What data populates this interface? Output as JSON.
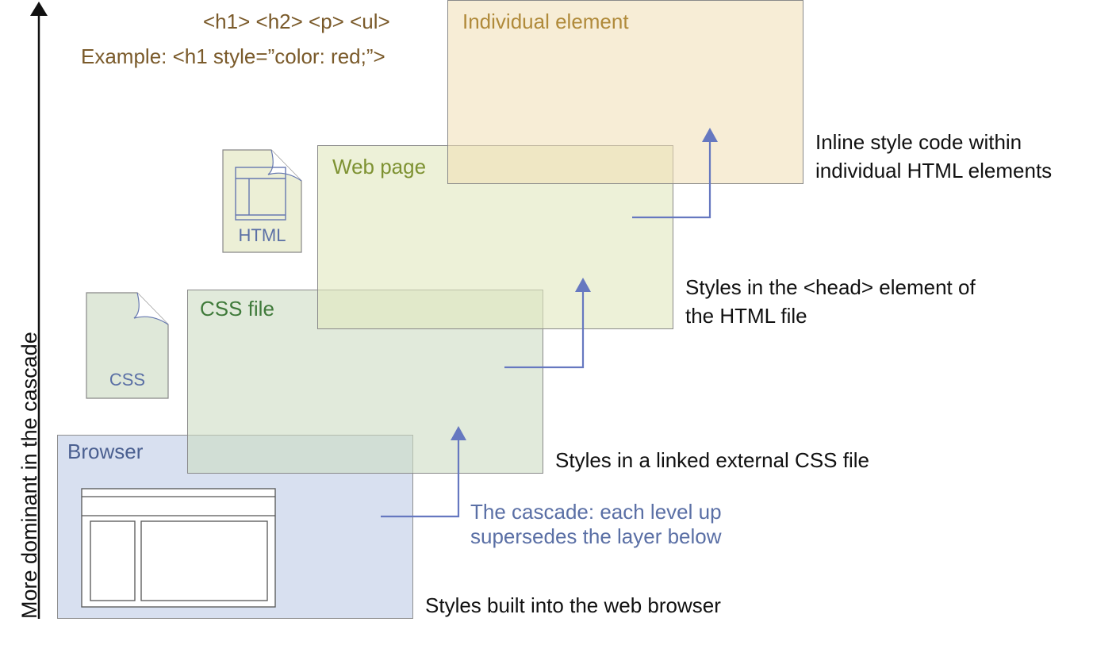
{
  "axis": {
    "label": "More dominant in the cascade",
    "color": "#111111"
  },
  "levels": [
    {
      "key": "browser",
      "title": "Browser",
      "description_lines": [
        "Styles built into the web browser"
      ],
      "fill": "#d6dff0",
      "title_color": "#4a5f90"
    },
    {
      "key": "css_file",
      "title": "CSS file",
      "description_lines": [
        "Styles in a linked external CSS file"
      ],
      "fill": "#dfe8d9",
      "title_color": "#3f7a3a",
      "doc_icon": {
        "label": "CSS",
        "icon": "css-file-icon"
      }
    },
    {
      "key": "web_page",
      "title": "Web page",
      "description_lines": [
        "Styles in the <head> element of",
        "the HTML file"
      ],
      "fill": "#ecefd6",
      "title_color": "#7e9232",
      "doc_icon": {
        "label": "HTML",
        "icon": "html-file-icon"
      }
    },
    {
      "key": "individual_element",
      "title": "Individual element",
      "description_lines": [
        "Inline style code within",
        "individual HTML elements"
      ],
      "fill": "#f6edd8",
      "title_color": "#b08a3a"
    }
  ],
  "tags_example": {
    "tags": "<h1> <h2> <p> <ul>",
    "example": "Example: <h1 style=”color: red;”>",
    "color": "#7a5a2a"
  },
  "cascade_note": {
    "lines": [
      "The cascade: each level up",
      "supersedes the layer below"
    ],
    "color": "#5a6fa5",
    "arrow_color": "#6678c0"
  }
}
